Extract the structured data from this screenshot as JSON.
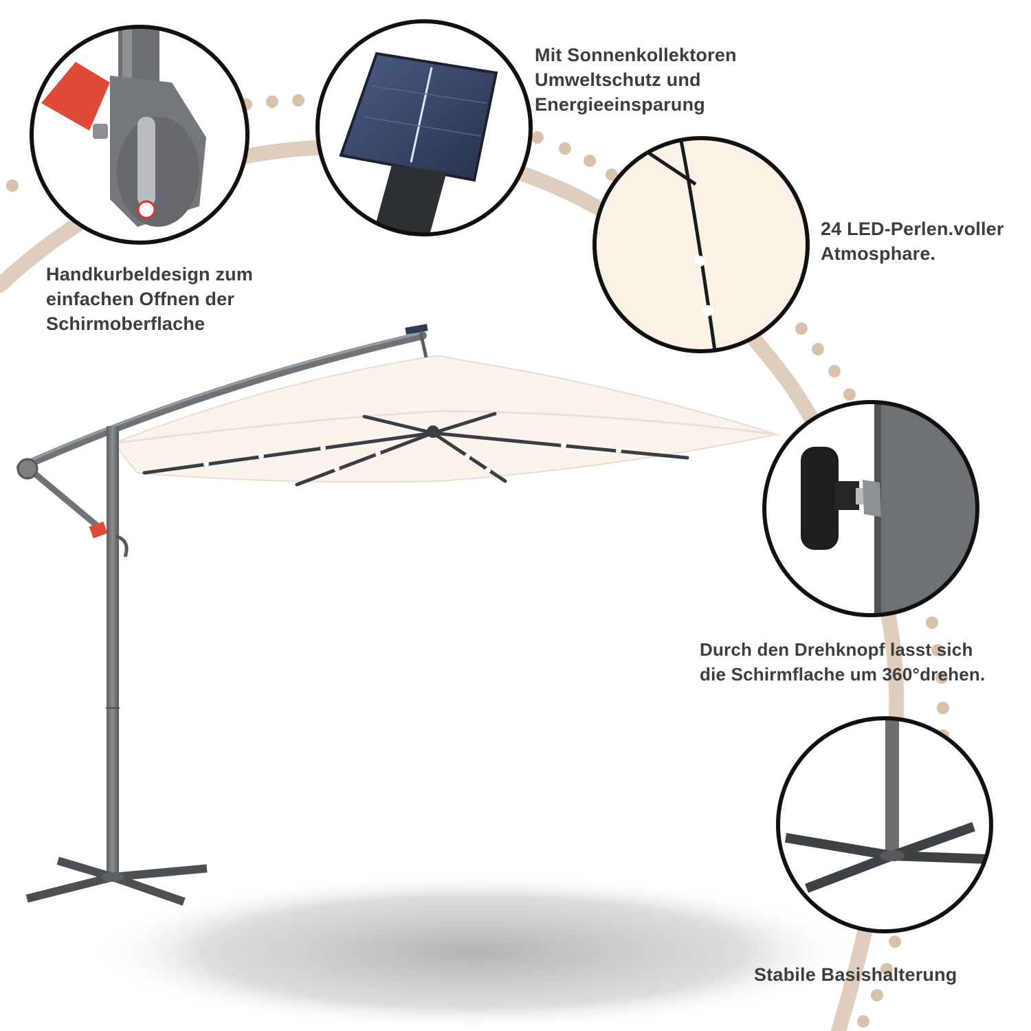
{
  "colors": {
    "arc": "#dcc9b6",
    "frame": "#6f7277",
    "canopy": "#fbf4ec",
    "circle_border": "#111111",
    "accent_red": "#e24a38",
    "text": "#3d3d3d"
  },
  "features": [
    {
      "id": "crank",
      "icon": "hand-crank-detail",
      "lines": [
        "Handkurbeldesign zum",
        "einfachen Offnen der",
        "Schirmoberflache"
      ]
    },
    {
      "id": "solar",
      "icon": "solar-panel-detail",
      "lines": [
        "Mit Sonnenkollektoren",
        "Umweltschutz und",
        "Energieeinsparung"
      ]
    },
    {
      "id": "led",
      "icon": "led-strip-detail",
      "lines": [
        "24 LED-Perlen.voller",
        "Atmosphare."
      ]
    },
    {
      "id": "knob",
      "icon": "rotation-knob-detail",
      "lines": [
        "Durch den Drehknopf lasst sich",
        "die Schirmflache um 360°drehen."
      ]
    },
    {
      "id": "base",
      "icon": "cross-base-detail",
      "lines": [
        "Stabile Basishalterung"
      ]
    }
  ]
}
